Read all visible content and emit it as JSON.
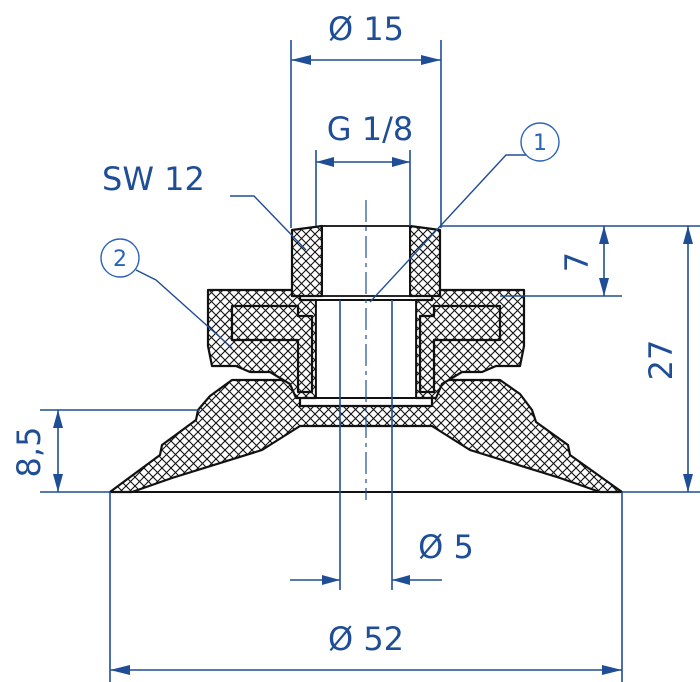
{
  "dimensions": {
    "outer_diameter_top": "Ø 15",
    "thread": "G 1/8",
    "wrench_size": "SW 12",
    "height_thread": "7",
    "height_total": "27",
    "height_lip": "8,5",
    "inner_diameter": "Ø 5",
    "base_diameter": "Ø 52"
  },
  "callouts": {
    "part_1": "1",
    "part_2": "2"
  },
  "colors": {
    "dimension": "#1f4e96",
    "outline": "#111111",
    "background": "#ffffff"
  }
}
